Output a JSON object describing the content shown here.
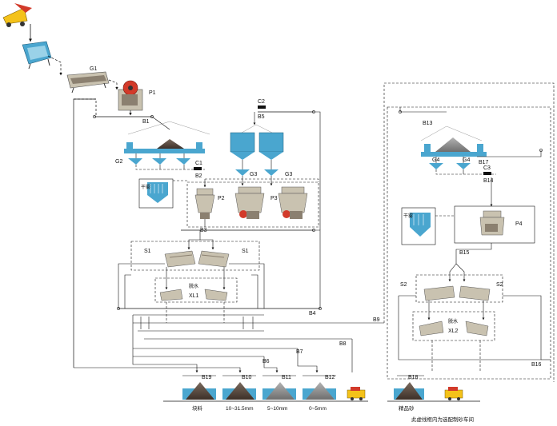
{
  "equipment": {
    "G1": "G1",
    "P1": "P1",
    "C1": "C1",
    "C2": "C2",
    "C3": "C3",
    "G2": "G2",
    "G3a": "G3",
    "G3b": "G3",
    "G4a": "G4",
    "G4b": "G4",
    "P2": "P2",
    "P3": "P3",
    "P4": "P4",
    "S1a": "S1",
    "S1b": "S1",
    "S2a": "S2",
    "S2b": "S2",
    "XL1": "XL1",
    "XL2": "XL2",
    "dewater1": "脱水",
    "dewater2": "脱水"
  },
  "belts": {
    "B1": "B1",
    "B2": "B2",
    "B3": "B3",
    "B4": "B4",
    "B5": "B5",
    "B6": "B6",
    "B7": "B7",
    "B8": "B8",
    "B9": "B9",
    "B10": "B10",
    "B11": "B11",
    "B12": "B12",
    "B13": "B13",
    "B14": "B14",
    "B15": "B15",
    "B16": "B16",
    "B17": "B17",
    "B18": "B18",
    "B19": "B19"
  },
  "dust": {
    "left": "干雾",
    "right": "干雾"
  },
  "products": {
    "p1": "块料",
    "p2": "10~31.5mm",
    "p3": "5~10mm",
    "p4": "0~5mm",
    "p5": "精品砂"
  },
  "section_caption": "此虚线框内为选配制砂车间",
  "colors": {
    "line": "#111111",
    "machine_blue": "#5ab8d8",
    "machine_grey": "#c9c2b0",
    "truck_yellow": "#f4c21a",
    "truck_red": "#d23a2a",
    "pile_dark": "#5d4a3c",
    "pile_grey": "#8e8e8e",
    "conveyor_blue": "#4aa6cf"
  }
}
